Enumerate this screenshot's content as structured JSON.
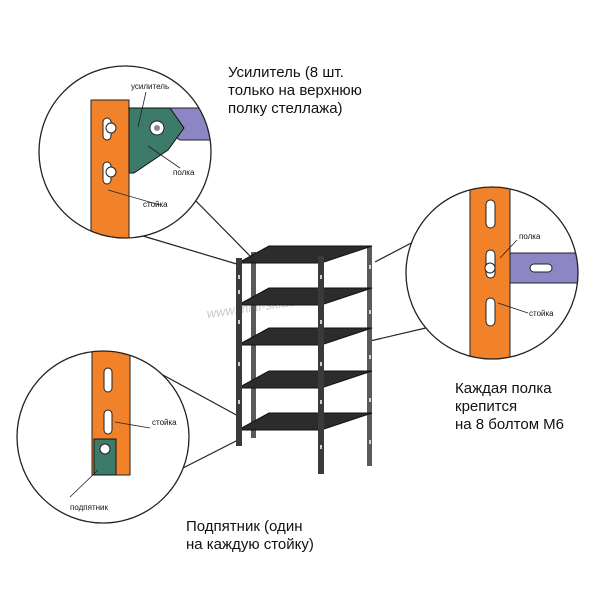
{
  "captions": {
    "top": [
      "Усилитель (8 шт.",
      "только на верхнюю",
      "полку стеллажа)"
    ],
    "right": [
      "Каждая полка",
      "крепится",
      "на 8 болтом М6"
    ],
    "bottom": [
      "Подпятник (один",
      "на каждую стойку)"
    ]
  },
  "labels": {
    "top_reinforcer": "усилитель",
    "top_shelf": "полка",
    "top_post": "стойка",
    "right_shelf": "полка",
    "right_post": "стойка",
    "bottom_post": "стойка",
    "bottom_foot": "подпятник"
  },
  "watermark": "www.mini-sklad.com.ua",
  "colors": {
    "post": "#f2822a",
    "shelf": "#8c87c4",
    "reinforcer": "#3c7a6a",
    "foot": "#3c7a6a",
    "rack": "#2c2c2c"
  }
}
